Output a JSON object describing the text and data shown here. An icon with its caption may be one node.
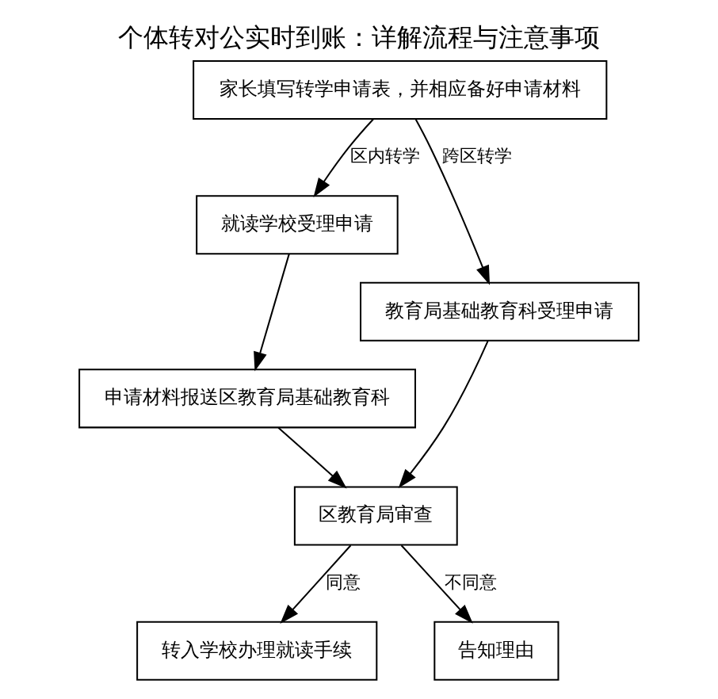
{
  "diagram": {
    "title": "个体转对公实时到账：详解流程与注意事项",
    "nodes": [
      {
        "text": [
          "家长填写转学申请表，并相应备好申请材料"
        ]
      },
      {
        "text": [
          "就读学校受理申请"
        ]
      },
      {
        "text": [
          "教育局基础教育科受理申请"
        ]
      },
      {
        "text": [
          "申请材料报送区教育局基础教育科"
        ]
      },
      {
        "text": [
          "区教育局审查"
        ]
      },
      {
        "text": [
          "转入学校办理就读手续"
        ]
      },
      {
        "text": [
          "告知理由"
        ]
      }
    ],
    "edges": [
      {
        "from": 0,
        "to": 1,
        "arrow": "to",
        "label": "区内转学"
      },
      {
        "from": 0,
        "to": 2,
        "arrow": "to",
        "label": "跨区转学"
      },
      {
        "from": 1,
        "to": 3,
        "arrow": "to"
      },
      {
        "from": 3,
        "to": 4,
        "arrow": "to"
      },
      {
        "from": 2,
        "to": 4,
        "arrow": "to"
      },
      {
        "from": 4,
        "to": 5,
        "arrow": "to",
        "label": "同意"
      },
      {
        "from": 4,
        "to": 6,
        "arrow": "to",
        "label": "不同意"
      }
    ]
  }
}
